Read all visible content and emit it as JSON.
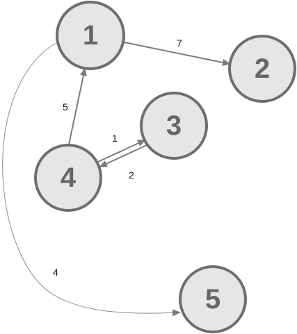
{
  "nodes": [
    {
      "id": "1",
      "label": "1"
    },
    {
      "id": "2",
      "label": "2"
    },
    {
      "id": "3",
      "label": "3"
    },
    {
      "id": "4",
      "label": "4"
    },
    {
      "id": "5",
      "label": "5"
    }
  ],
  "edges": [
    {
      "from": "1",
      "to": "2",
      "label": "7"
    },
    {
      "from": "4",
      "to": "1",
      "label": "5"
    },
    {
      "from": "4",
      "to": "3",
      "label": "1"
    },
    {
      "from": "3",
      "to": "4",
      "label": "2"
    },
    {
      "from": "1",
      "to": "5",
      "label": "4"
    }
  ],
  "colors": {
    "node_fill": "#e6e6e6",
    "node_stroke": "#6e6e6e",
    "node_text": "#666666",
    "edge": "#7a7a7a",
    "edge_label": "#111111"
  }
}
